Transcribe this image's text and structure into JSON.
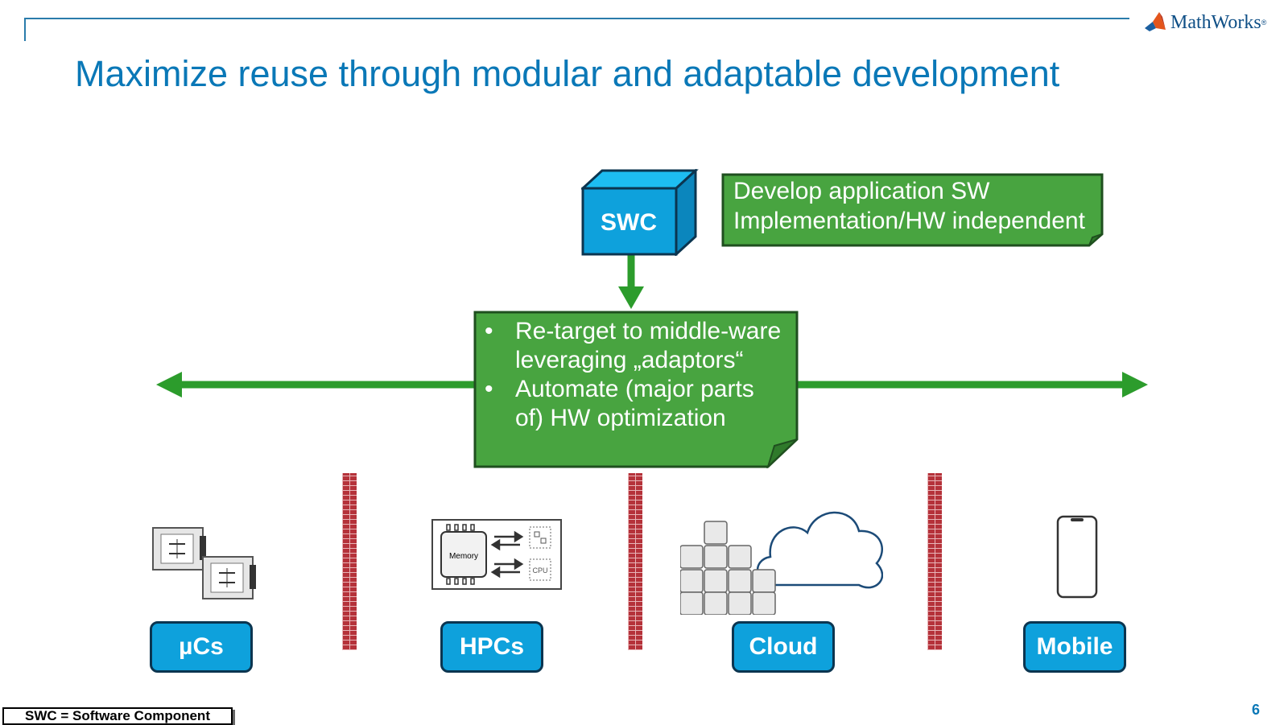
{
  "header": {
    "logo_text": "MathWorks",
    "logo_mark": "®",
    "title": "Maximize reuse through modular and adaptable development"
  },
  "diagram": {
    "swc_label": "SWC",
    "note_top": {
      "lines": [
        "Develop application SW",
        "Implementation/HW independent"
      ]
    },
    "note_mid": {
      "bullets": [
        [
          "Re-target to middle-ware",
          "leveraging „adaptors“"
        ],
        [
          "Automate (major parts",
          "of) HW optimization"
        ]
      ]
    },
    "platforms": [
      {
        "label": "µCs",
        "icon": "microcontroller-icon"
      },
      {
        "label": "HPCs",
        "icon": "memory-cpu-board-icon"
      },
      {
        "label": "Cloud",
        "icon": "cloud-servers-icon"
      },
      {
        "label": "Mobile",
        "icon": "smartphone-icon"
      }
    ],
    "hpc_icon_text": {
      "memory": "Memory",
      "cpu": "CPU"
    },
    "colors": {
      "note_green": "#48a440",
      "arrow_green": "#2c9c2c",
      "swc_blue": "#0ea1dc",
      "wall_red": "#b5323a",
      "title_blue": "#0a78b7"
    }
  },
  "footer": {
    "legend": "SWC = Software Component",
    "page_number": "6"
  }
}
